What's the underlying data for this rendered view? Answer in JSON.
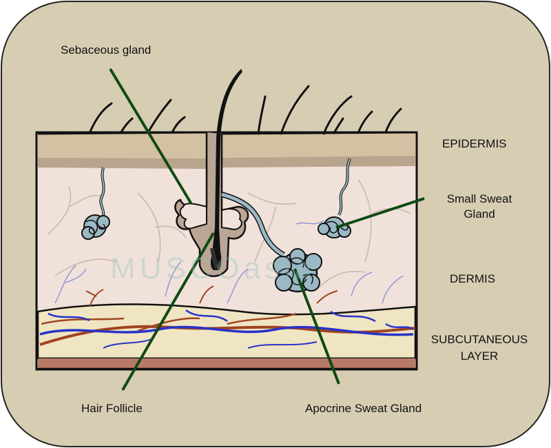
{
  "labels": {
    "sebaceous_gland": "Sebaceous gland",
    "epidermis": "EPIDERMIS",
    "small_sweat_gland_line1": "Small Sweat",
    "small_sweat_gland_line2": "Gland",
    "dermis": "DERMIS",
    "subcutaneous_line1": "SUBCUTANEOUS",
    "subcutaneous_line2": "LAYER",
    "hair_follicle": "Hair Follicle",
    "apocrine_sweat_gland": "Apocrine Sweat Gland"
  },
  "watermark": "MUSCOasia",
  "colors": {
    "background": "#d6cdb3",
    "epidermis": "#d4c1a3",
    "epidermis_base": "#b9a48d",
    "dermis": "#f0e2da",
    "subcutaneous": "#f0e5c3",
    "bottom_muscle": "#b87a67",
    "leader_line": "#0f4a12",
    "vein": "#2832c8",
    "artery": "#a0441f",
    "gland": "#9bb9c4"
  },
  "icons": [
    "skin-cross-section"
  ]
}
